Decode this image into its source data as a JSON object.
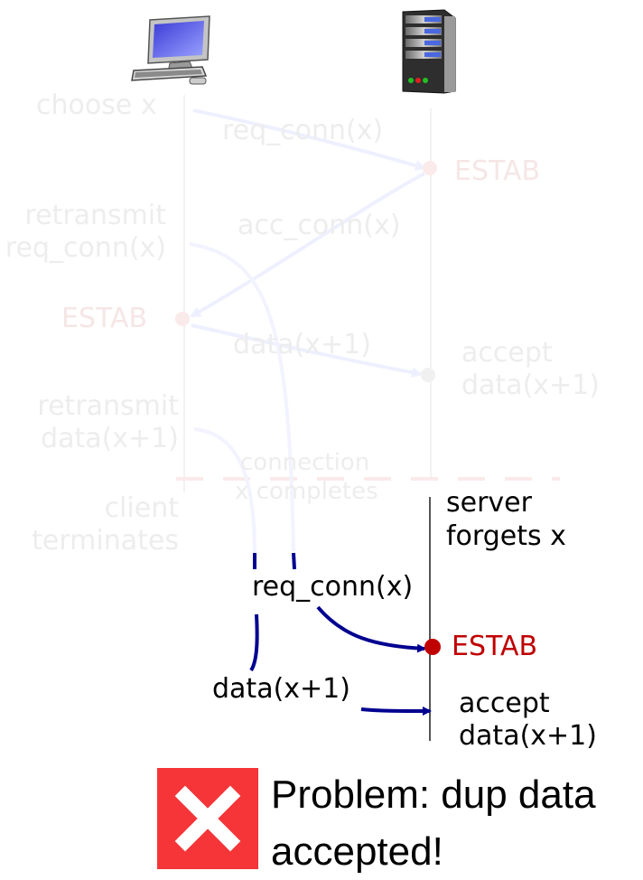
{
  "hosts": {
    "client_icon": "desktop-computer-icon",
    "server_icon": "server-tower-icon"
  },
  "faded": {
    "choose_x": "choose x",
    "req_conn": "req_conn(x)",
    "estab_server": "ESTAB",
    "retransmit1_line1": "retransmit",
    "retransmit1_line2": "req_conn(x)",
    "acc_conn": "acc_conn(x)",
    "estab_client": "ESTAB",
    "data": "data(x+1)",
    "accept_line1": "accept",
    "accept_line2": "data(x+1)",
    "retransmit2_line1": "retransmit",
    "retransmit2_line2": "data(x+1)",
    "connection_line1": "connection",
    "connection_line2": "x completes",
    "client_terminates_line1": "client",
    "client_terminates_line2": "terminates"
  },
  "active": {
    "server_forgets_line1": "server",
    "server_forgets_line2": "forgets x",
    "req_conn": "req_conn(x)",
    "estab": "ESTAB",
    "data": "data(x+1)",
    "accept_line1": "accept",
    "accept_line2": "data(x+1)"
  },
  "problem": {
    "icon": "error-x-icon",
    "line1": "Problem: dup data",
    "line2": "accepted!"
  },
  "colors": {
    "arrow_active": "#000090",
    "arrow_faded": "#f0f1ff",
    "estab_red": "#c00000",
    "error_red": "#f53538"
  }
}
